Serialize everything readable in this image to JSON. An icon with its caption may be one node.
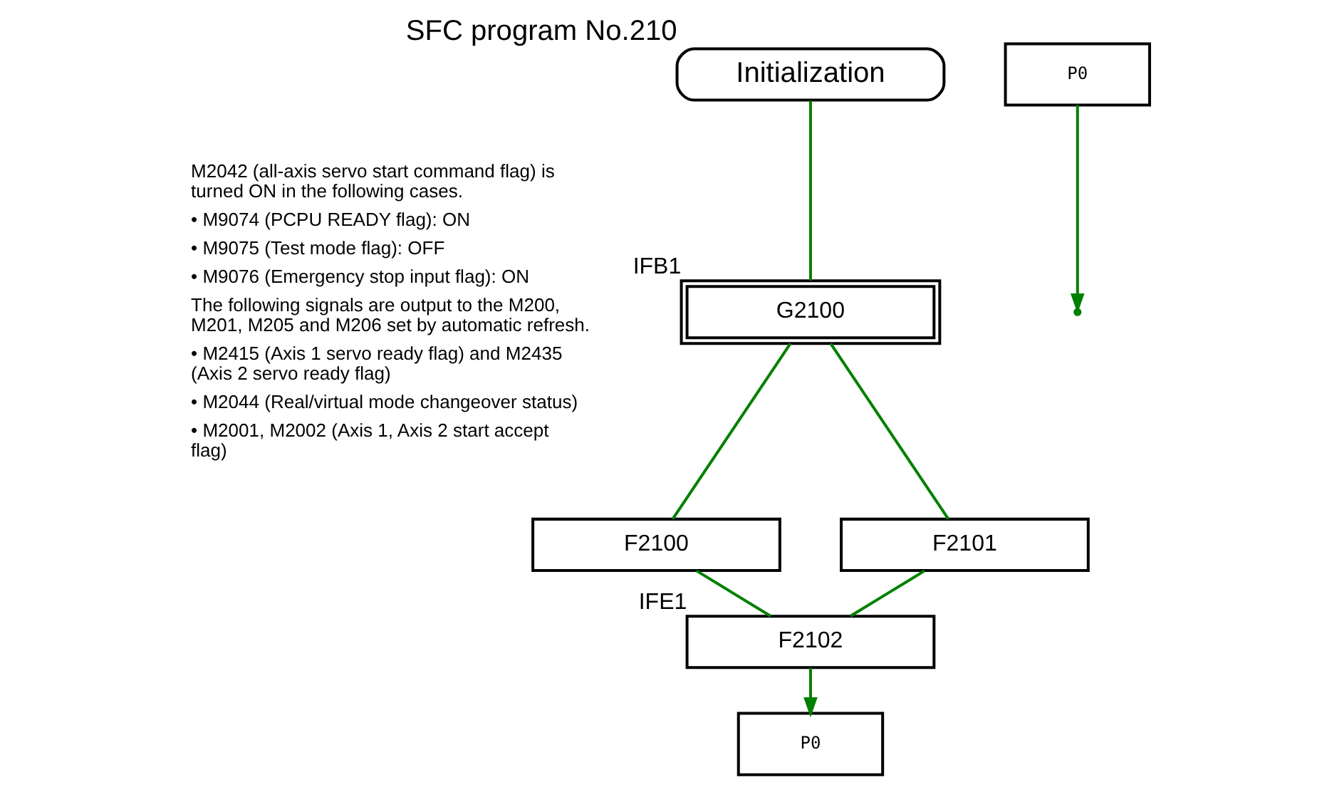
{
  "diagram": {
    "nodes": [
      {
        "text": [
          "Initialization"
        ],
        "beside": [
          "SFC program No.210"
        ]
      },
      {
        "text": [
          "P0"
        ]
      },
      {
        "text": [
          "G2100"
        ],
        "beside": [
          "IFB1"
        ]
      },
      {
        "text": [
          "F2100"
        ]
      },
      {
        "text": [
          "F2101"
        ]
      },
      {
        "text": [
          "F2102"
        ],
        "beside": [
          "IFE1"
        ]
      },
      {
        "text": [
          "P0"
        ]
      }
    ],
    "edges": [
      {
        "from": 0,
        "to": 2,
        "arrow": "none"
      },
      {
        "from": 1,
        "to": null,
        "arrow": "to"
      },
      {
        "from": 2,
        "to": 3,
        "arrow": "none"
      },
      {
        "from": 2,
        "to": 4,
        "arrow": "none"
      },
      {
        "from": 3,
        "to": 5,
        "arrow": "none"
      },
      {
        "from": 4,
        "to": 5,
        "arrow": "none"
      },
      {
        "from": 5,
        "to": 6,
        "arrow": "to"
      }
    ],
    "labels": [
      "M2042 (all-axis servo start command flag) is turned ON in the following cases.",
      "• M9074 (PCPU READY flag): ON",
      "• M9075 (Test mode flag): OFF",
      "• M9076 (Emergency stop input flag): ON",
      "The following signals are output to the M200, M201, M205 and M206 set by automatic refresh.",
      "• M2415 (Axis 1 servo ready flag) and M2435 (Axis 2 servo ready flag)",
      "• M2044 (Real/virtual mode changeover status)",
      "• M2001, M2002 (Axis 1, Axis 2 start accept flag)"
    ]
  }
}
